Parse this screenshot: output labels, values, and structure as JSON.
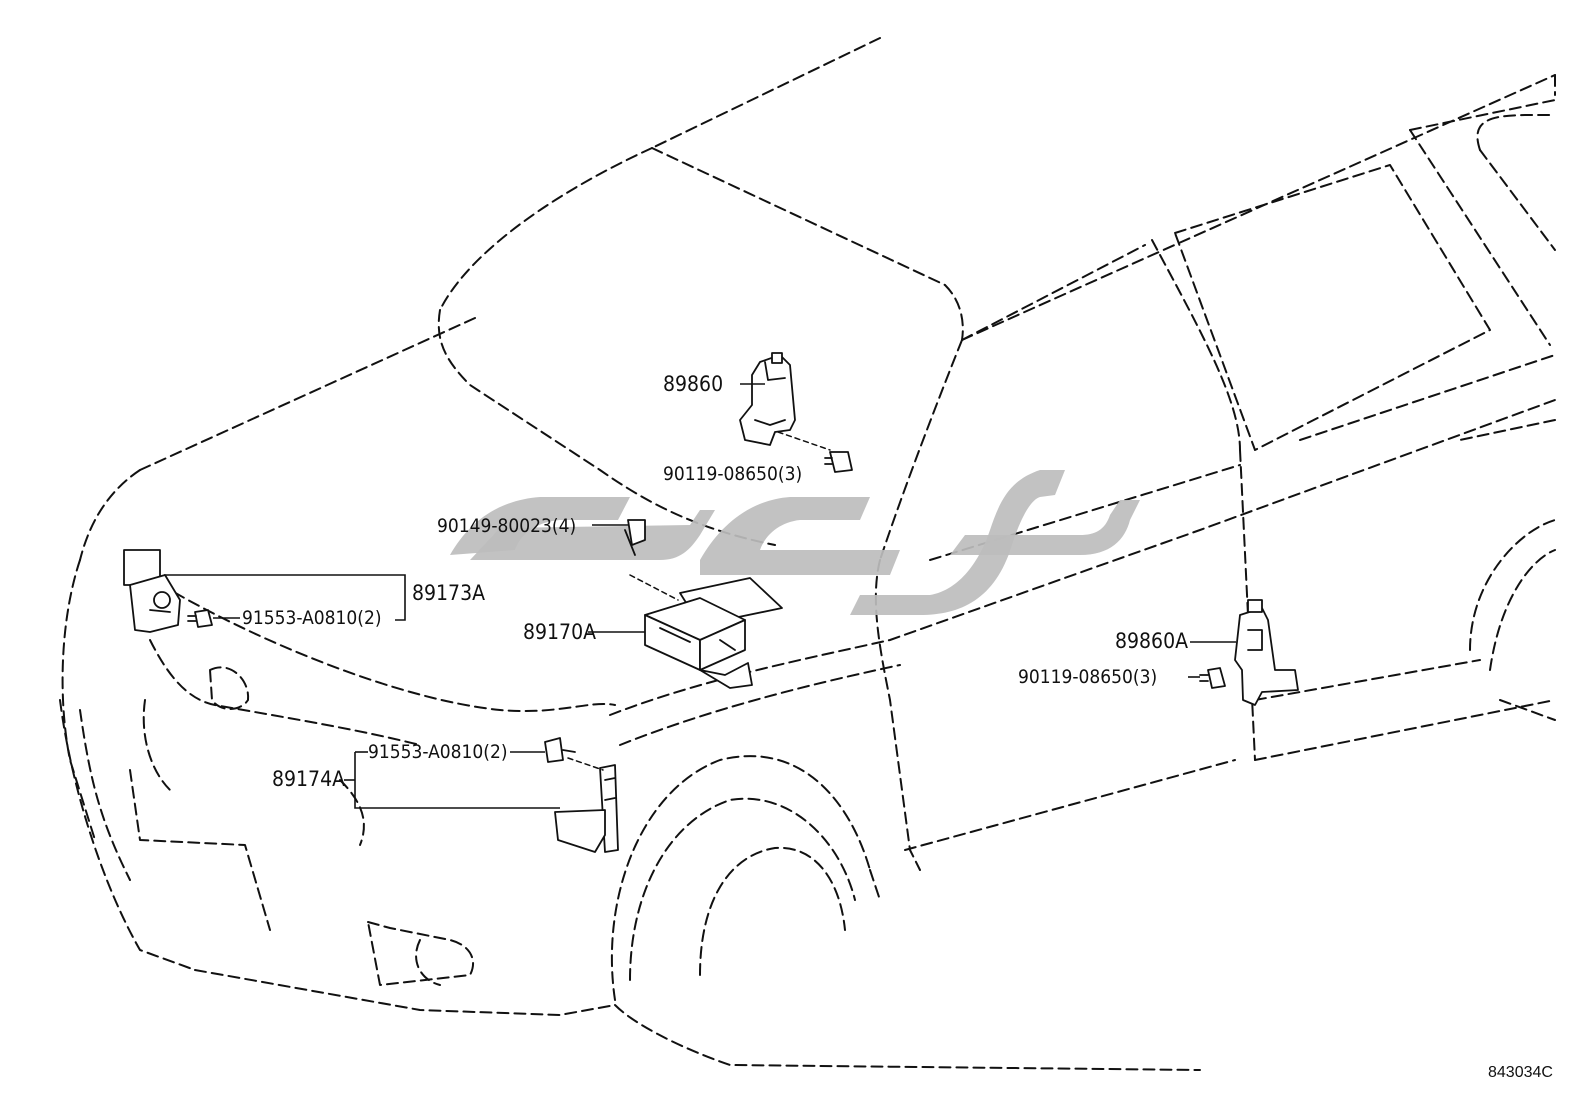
{
  "parts": {
    "p89860": "89860",
    "bolt_90119_top": "90119-08650(3)",
    "bolt_90149": "90149-80023(4)",
    "p89173a": "89173A",
    "bolt_91553_left": "91553-A0810(2)",
    "p89170a": "89170A",
    "p89860a": "89860A",
    "bolt_90119_right": "90119-08650(3)",
    "p89174a": "89174A",
    "bolt_91553_front": "91553-A0810(2)"
  },
  "diagram_ref": "843034C",
  "watermark": {
    "color": "#bdbdbd"
  }
}
